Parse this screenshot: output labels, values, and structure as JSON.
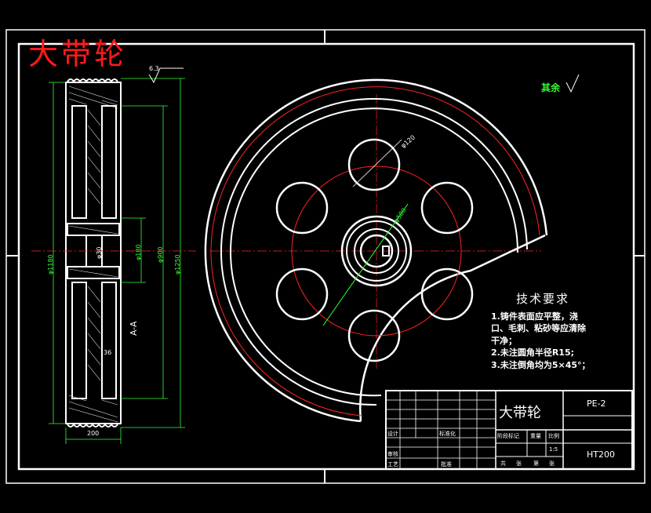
{
  "drawing": {
    "title": "大带轮",
    "surface_finish_note": "其余",
    "top_roughness": "6.3",
    "technical_requirements": {
      "heading": "技术要求",
      "lines": [
        "1.铸件表面应平整，浇",
        "口、毛刺、粘砂等应清除",
        "干净；",
        "2.未注圆角半径R15;",
        "3.未注倒角均为5×45°；"
      ]
    },
    "title_block": {
      "part_name": "大带轮",
      "drawing_code": "PE-2",
      "material": "HT200",
      "scale_value": "1:5",
      "labels_row1": [
        "阶段标记",
        "重量",
        "比例"
      ],
      "labels_bottom": [
        "共",
        "张",
        "第",
        "张"
      ],
      "designer_label": "设计",
      "reviewer_label": "审核",
      "process_label": "工艺",
      "standardized_label": "标准化",
      "approved_label": "批准"
    },
    "dimensions": {
      "outer_dia": "φ1180",
      "rim_dia": "φ1250",
      "inner_dia": "φ900",
      "hub_dia": "φ180",
      "bore_dia": "φ30",
      "width": "200",
      "hole_dia": "φ120",
      "pitch_dia": "φ580",
      "web_thk": "36",
      "section_label": "A-A"
    }
  }
}
